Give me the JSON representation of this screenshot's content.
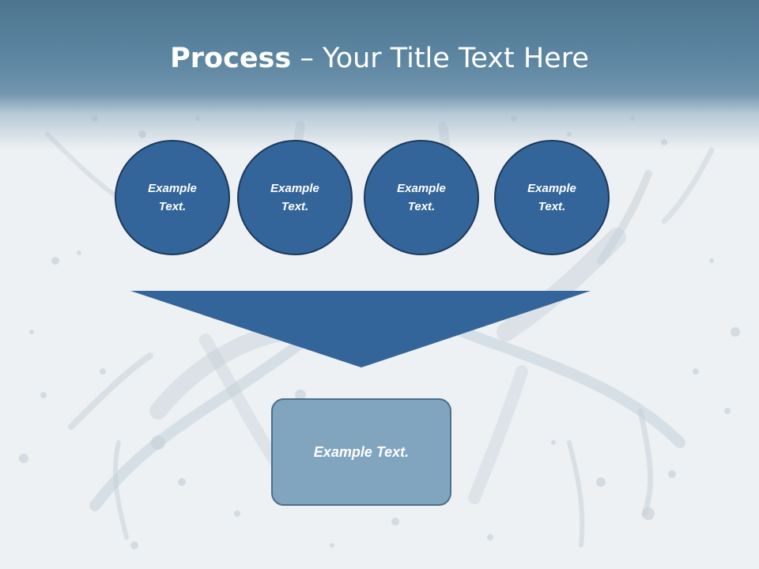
{
  "slide": {
    "title_bold": "Process",
    "title_rest": " – Your Title Text Here",
    "circles": [
      {
        "label": "Example\nText."
      },
      {
        "label": "Example\nText."
      },
      {
        "label": "Example\nText."
      },
      {
        "label": "Example\nText."
      }
    ],
    "box_label": "Example Text."
  },
  "colors": {
    "header": "#5d86a2",
    "circle_fill": "#33659a",
    "circle_border": "#1b3a5a",
    "funnel": "#33659a",
    "box_fill": "#81a4bf",
    "box_border": "#4e6e8a"
  }
}
